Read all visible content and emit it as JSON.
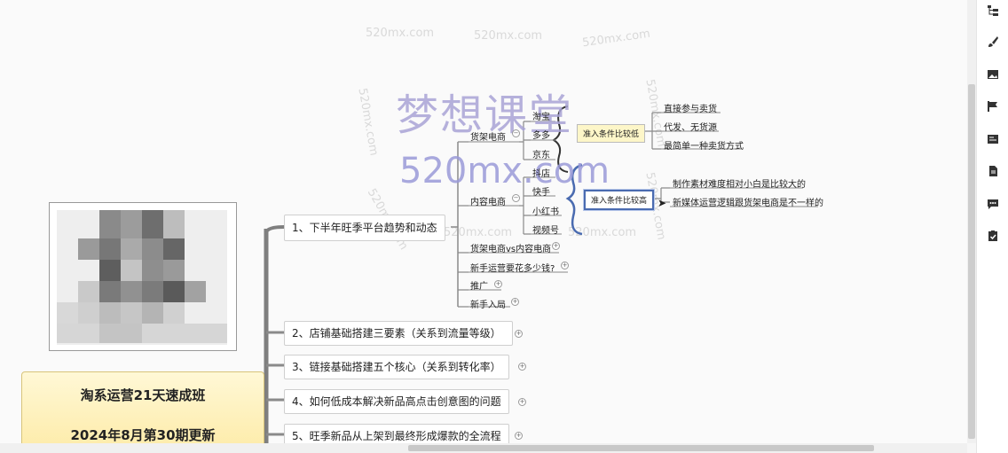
{
  "watermarks": {
    "site": "520mx.com",
    "brand_big": "梦想课堂",
    "brand_site": "520mx.com"
  },
  "title_box": {
    "line1": "淘系运营21天速成班",
    "line2": "2024年8月第30期更新"
  },
  "mindmap": {
    "branches": [
      {
        "label": "1、下半年旺季平台趋势和动态"
      },
      {
        "label": "2、店铺基础搭建三要素（关系到流量等级）"
      },
      {
        "label": "3、链接基础搭建五个核心（关系到转化率）"
      },
      {
        "label": "4、如何低成本解决新品高点击创意图的问题"
      },
      {
        "label": "5、旺季新品从上架到最终形成爆款的全流程"
      }
    ],
    "branch1_children": {
      "shelf": "货架电商",
      "content": "内容电商",
      "shelf_vs_content": "货架电商vs内容电商",
      "newbie_cost": "新手运营要花多少钱?",
      "promo": "推广",
      "newbie_start": "新手入局"
    },
    "shelf_platforms": [
      "淘宝",
      "多多",
      "京东"
    ],
    "content_platforms": [
      "抖店",
      "快手",
      "小红书",
      "视频号"
    ],
    "shelf_barrier": "准入条件比较低",
    "content_barrier": "准入条件比较高",
    "shelf_notes": [
      "直接参与卖货",
      "代发、无货源",
      "最简单一种卖货方式"
    ],
    "content_notes": [
      "制作素材难度相对小白是比较大的",
      "新媒体运营逻辑跟货架电商是不一样的"
    ]
  },
  "sidebar_icons": [
    "outline-icon",
    "brush-icon",
    "image-icon",
    "flag-icon",
    "text-box-icon",
    "document-icon",
    "comment-icon",
    "clipboard-check-icon"
  ],
  "colors": {
    "trunk": "#8a8a8a",
    "title_bg": "#fdeba8",
    "highlight_border": "#4a6bb0"
  }
}
